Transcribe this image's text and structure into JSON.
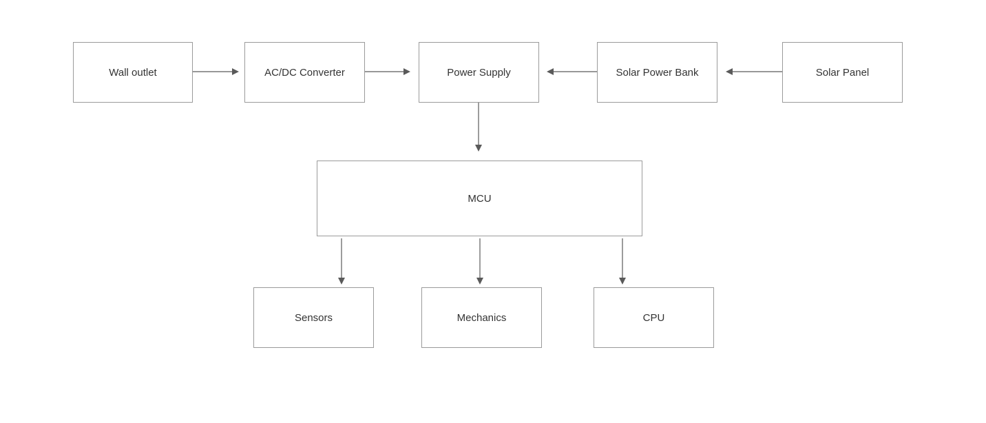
{
  "diagram": {
    "nodes": {
      "wall_outlet": "Wall outlet",
      "ac_dc_converter": "AC/DC Converter",
      "power_supply": "Power Supply",
      "solar_power_bank": "Solar Power Bank",
      "solar_panel": "Solar Panel",
      "mcu": "MCU",
      "sensors": "Sensors",
      "mechanics": "Mechanics",
      "cpu": "CPU"
    },
    "edges": [
      {
        "from": "wall_outlet",
        "to": "ac_dc_converter"
      },
      {
        "from": "ac_dc_converter",
        "to": "power_supply"
      },
      {
        "from": "solar_power_bank",
        "to": "power_supply"
      },
      {
        "from": "solar_panel",
        "to": "solar_power_bank"
      },
      {
        "from": "power_supply",
        "to": "mcu"
      },
      {
        "from": "mcu",
        "to": "sensors"
      },
      {
        "from": "mcu",
        "to": "mechanics"
      },
      {
        "from": "mcu",
        "to": "cpu"
      }
    ],
    "colors": {
      "box_border": "#9a9a9a",
      "arrow": "#5a5a5a",
      "text": "#333333"
    }
  }
}
